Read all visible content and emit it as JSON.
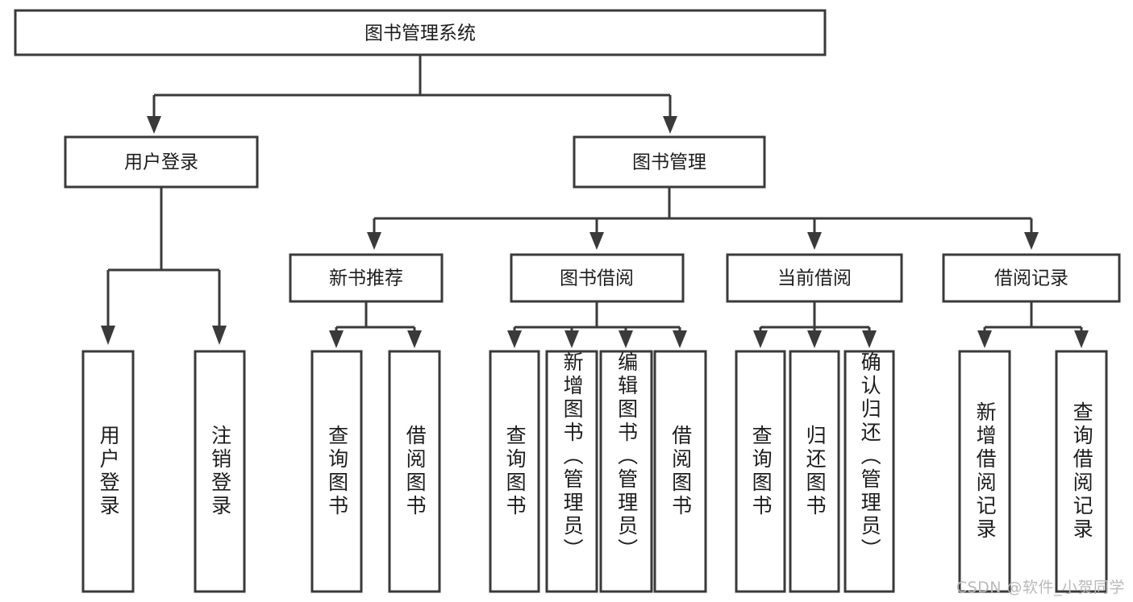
{
  "diagram": {
    "type": "tree",
    "title": "图书管理系统",
    "orientation": "top-down",
    "colors": {
      "box_stroke": "#3a3a3a",
      "box_fill": "#ffffff",
      "text": "#1d1d1d",
      "background": "#ffffff",
      "watermark": "#b9b9b9"
    },
    "root": {
      "id": "root",
      "label": "图书管理系统"
    },
    "level2": [
      {
        "id": "user-login",
        "label": "用户登录"
      },
      {
        "id": "book-manage",
        "label": "图书管理"
      }
    ],
    "level3": [
      {
        "id": "new-book-recommend",
        "label": "新书推荐",
        "parent": "book-manage"
      },
      {
        "id": "book-borrow",
        "label": "图书借阅",
        "parent": "book-manage"
      },
      {
        "id": "current-borrow",
        "label": "当前借阅",
        "parent": "book-manage"
      },
      {
        "id": "borrow-record",
        "label": "借阅记录",
        "parent": "book-manage"
      }
    ],
    "leaves": [
      {
        "id": "leaf-user-login",
        "label": "用户登录",
        "parent": "user-login"
      },
      {
        "id": "leaf-user-logout",
        "label": "注销登录",
        "parent": "user-login"
      },
      {
        "id": "leaf-query-book-1",
        "label": "查询图书",
        "parent": "new-book-recommend"
      },
      {
        "id": "leaf-borrow-book-1",
        "label": "借阅图书",
        "parent": "new-book-recommend"
      },
      {
        "id": "leaf-query-book-2",
        "label": "查询图书",
        "parent": "book-borrow"
      },
      {
        "id": "leaf-add-book",
        "label": "新增图书（管理员）",
        "parent": "book-borrow"
      },
      {
        "id": "leaf-edit-book",
        "label": "编辑图书（管理员）",
        "parent": "book-borrow"
      },
      {
        "id": "leaf-borrow-book-2",
        "label": "借阅图书",
        "parent": "book-borrow"
      },
      {
        "id": "leaf-query-book-3",
        "label": "查询图书",
        "parent": "current-borrow"
      },
      {
        "id": "leaf-return-book",
        "label": "归还图书",
        "parent": "current-borrow"
      },
      {
        "id": "leaf-confirm-return",
        "label": "确认归还（管理员）",
        "parent": "current-borrow"
      },
      {
        "id": "leaf-add-record",
        "label": "新增借阅记录",
        "parent": "borrow-record"
      },
      {
        "id": "leaf-query-record",
        "label": "查询借阅记录",
        "parent": "borrow-record"
      }
    ]
  },
  "watermark": {
    "text": "CSDN @软件_小贺同学"
  }
}
